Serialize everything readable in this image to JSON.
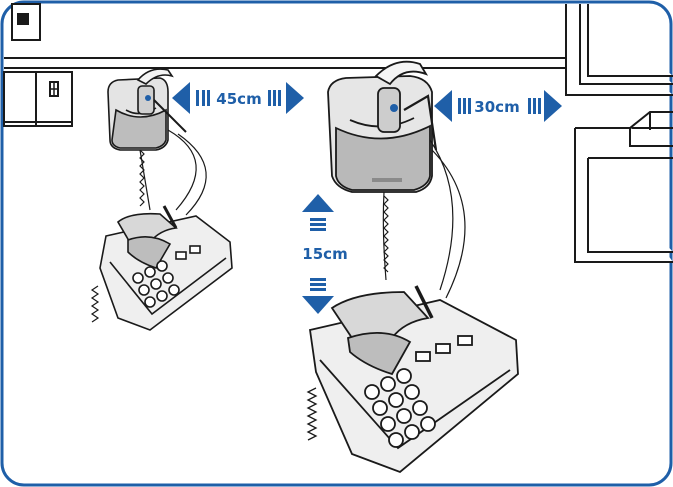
{
  "colors": {
    "frame": "#1f5fa8",
    "arrow": "#1f5fa8",
    "line": "#1a1a1a",
    "desk": "#ffffff",
    "base_fill": "#e9e9e9",
    "base_shade": "#bdbdbd"
  },
  "measurements": {
    "small_setup_spacing": "45cm",
    "large_setup_spacing": "30cm",
    "vertical_spacing": "15cm"
  },
  "icons": {
    "horizontal_arrow": "double-headed-horizontal-arrow",
    "vertical_arrow": "double-headed-vertical-arrow"
  }
}
